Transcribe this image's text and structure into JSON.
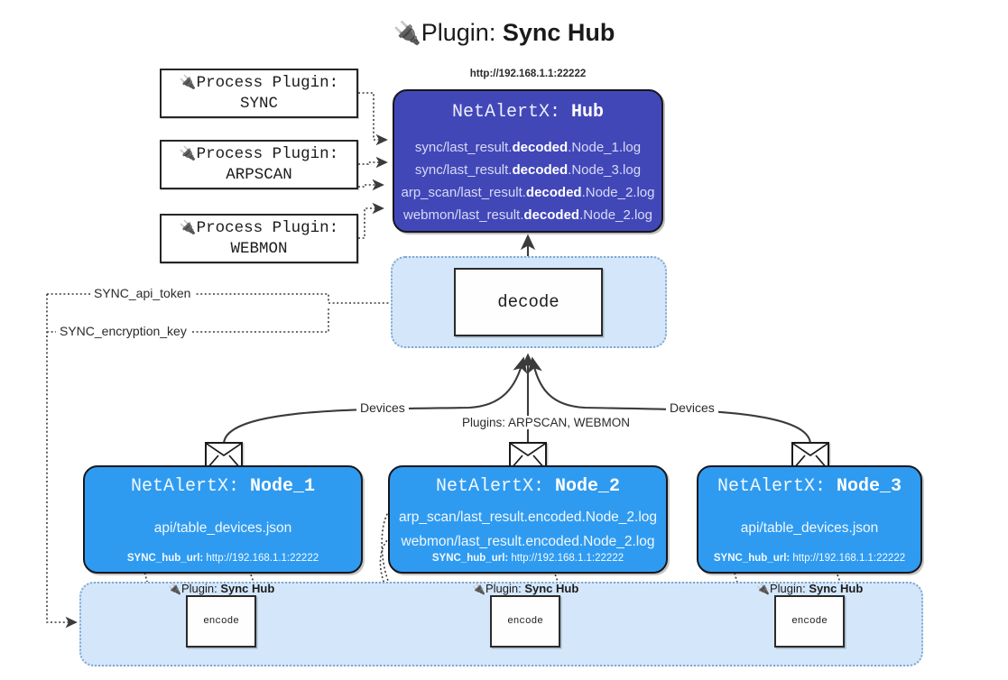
{
  "title": {
    "plug_icon": "🔌",
    "prefix": "Plugin: ",
    "name": "Sync Hub"
  },
  "process_plugins": [
    {
      "line1": "Process Plugin:",
      "line2": "SYNC",
      "icon": "plug-icon"
    },
    {
      "line1": "Process Plugin:",
      "line2": "ARPSCAN",
      "icon": "plug-icon"
    },
    {
      "line1": "Process Plugin:",
      "line2": "WEBMON",
      "icon": "plug-icon"
    }
  ],
  "hub": {
    "url": "http://192.168.1.1:22222",
    "app": "NetAlertX: ",
    "name": "Hub",
    "logs": [
      {
        "pre": "sync/last_result.",
        "mid": "decoded",
        "post": ".Node_1.log"
      },
      {
        "pre": "sync/last_result.",
        "mid": "decoded",
        "post": ".Node_3.log"
      },
      {
        "pre": "arp_scan/last_result.",
        "mid": "decoded",
        "post": ".Node_2.log"
      },
      {
        "pre": "webmon/last_result.",
        "mid": "decoded",
        "post": ".Node_2.log"
      }
    ]
  },
  "decode": {
    "label": "decode"
  },
  "secrets": [
    {
      "label": "SYNC_api_token"
    },
    {
      "label": "SYNC_encryption_key"
    }
  ],
  "edge_labels": {
    "devices_left": "Devices",
    "devices_right": "Devices",
    "plugins_center": "Plugins: ARPSCAN, WEBMON"
  },
  "nodes": [
    {
      "app": "NetAlertX: ",
      "name": "Node_1",
      "rows": [
        "api/table_devices.json"
      ],
      "foot_key": "SYNC_hub_url:",
      "foot_val": " http://192.168.1.1:22222",
      "envelope": "envelope-icon"
    },
    {
      "app": "NetAlertX: ",
      "name": "Node_2",
      "rows": [
        "arp_scan/last_result.encoded.Node_2.log",
        "webmon/last_result.encoded.Node_2.log"
      ],
      "foot_key": "SYNC_hub_url:",
      "foot_val": " http://192.168.1.1:22222",
      "envelope": "envelope-icon"
    },
    {
      "app": "NetAlertX: ",
      "name": "Node_3",
      "rows": [
        "api/table_devices.json"
      ],
      "foot_key": "SYNC_hub_url:",
      "foot_val": " http://192.168.1.1:22222",
      "envelope": "envelope-icon"
    }
  ],
  "encoders": [
    {
      "plug_icon": "🔌",
      "prefix": "Plugin: ",
      "name": "Sync Hub",
      "box_label": "encode"
    },
    {
      "plug_icon": "🔌",
      "prefix": "Plugin: ",
      "name": "Sync Hub",
      "box_label": "encode"
    },
    {
      "plug_icon": "🔌",
      "prefix": "Plugin: ",
      "name": "Sync Hub",
      "box_label": "encode"
    }
  ],
  "colors": {
    "hub_blue": "#4247b8",
    "node_blue": "#2f9bf0",
    "band_blue": "#d4e7fa",
    "band_border": "#7ea8cf",
    "stroke": "#3b3b3b"
  }
}
